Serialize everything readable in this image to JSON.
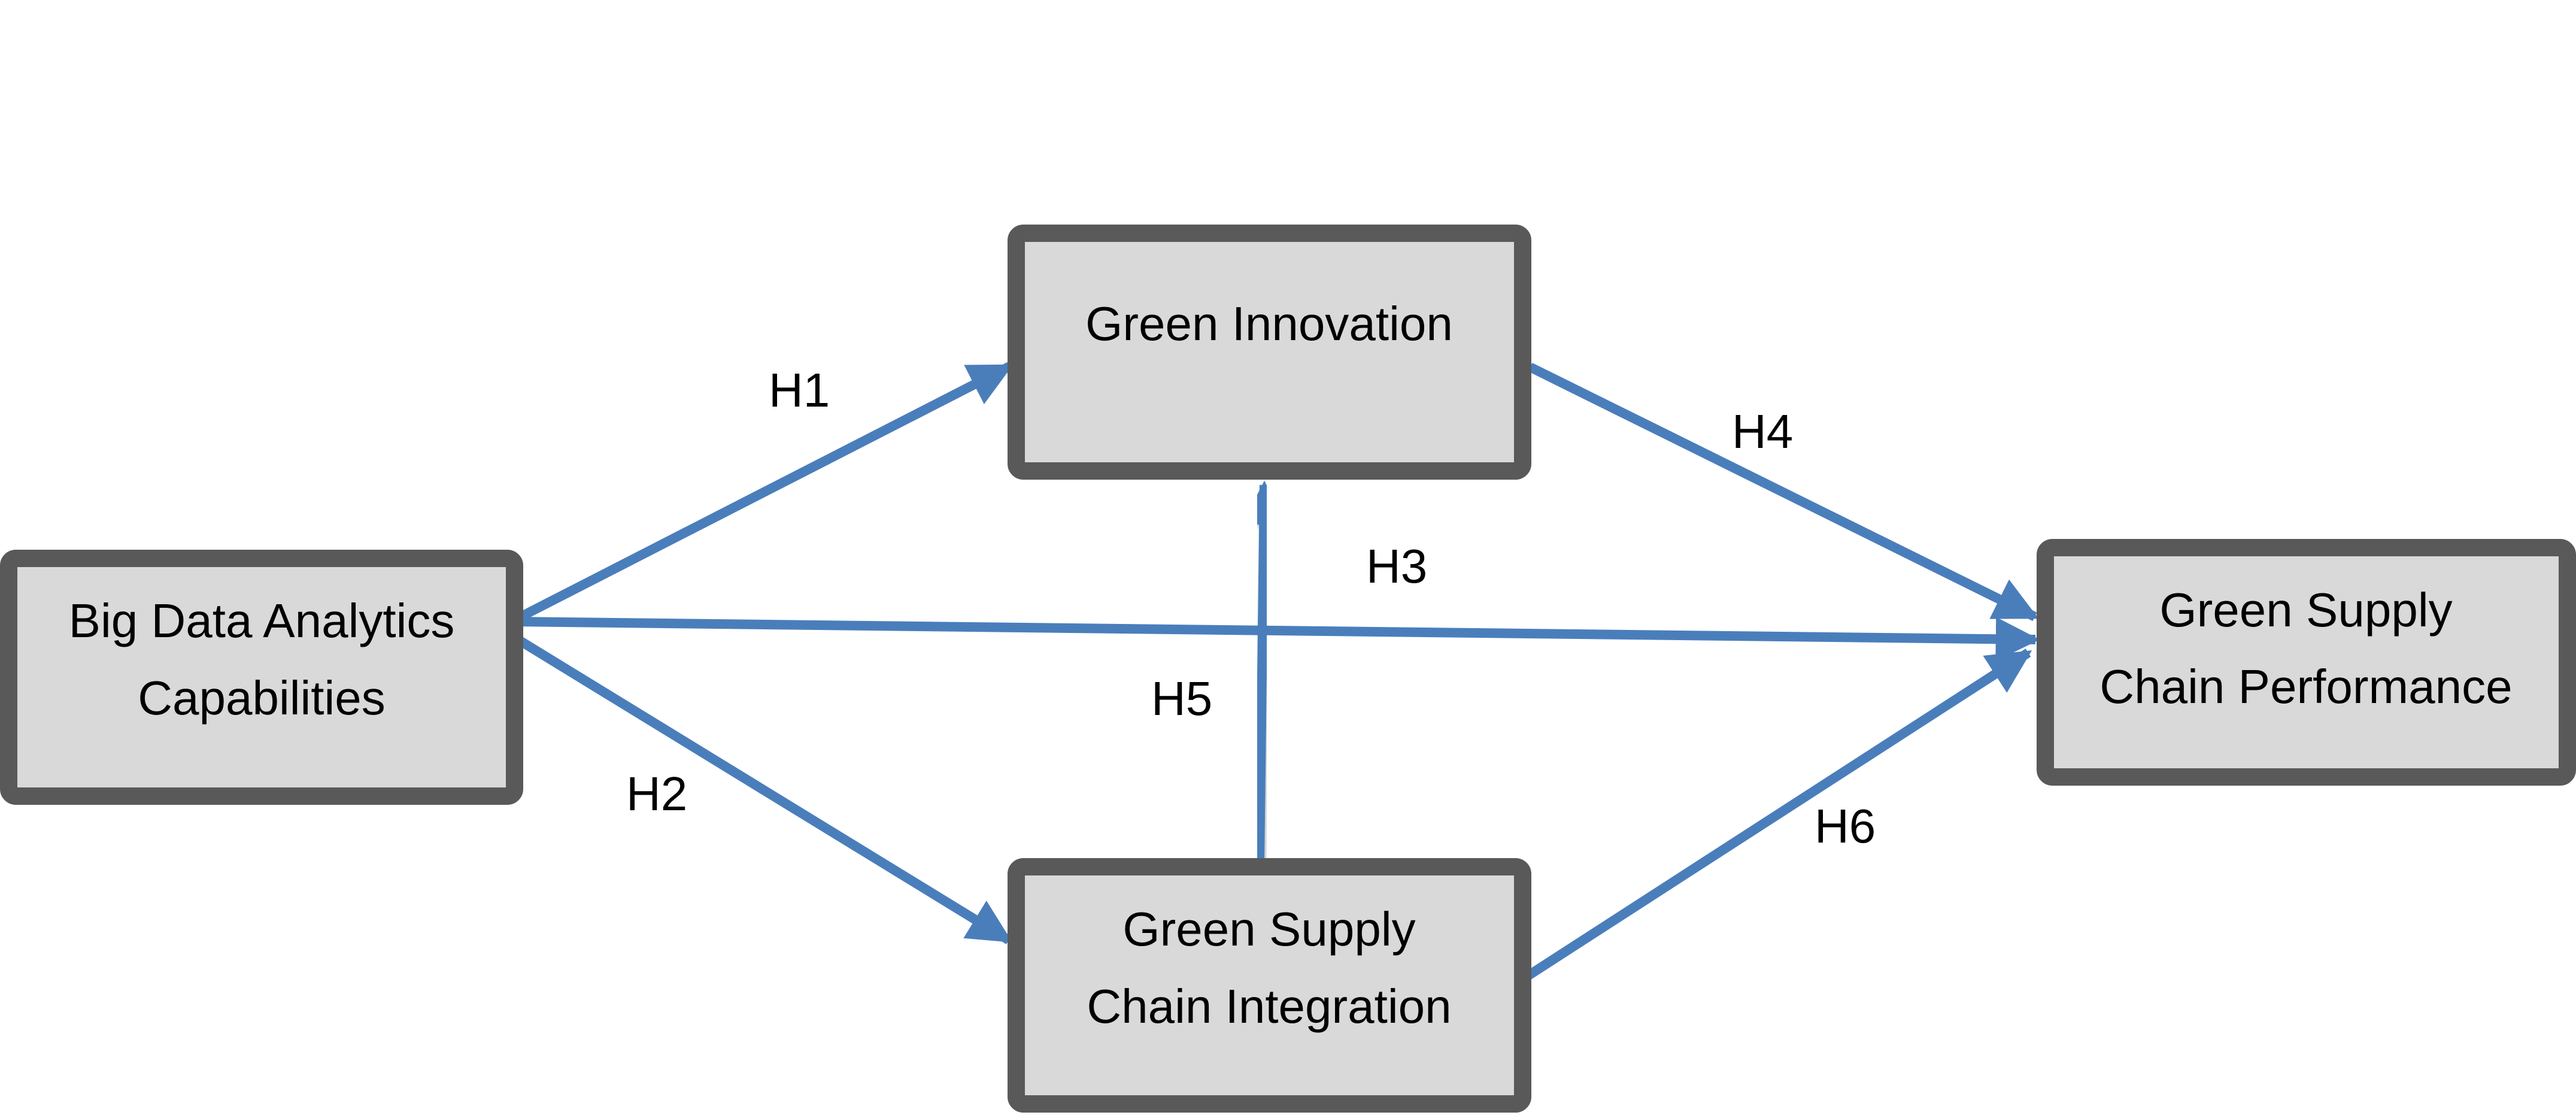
{
  "diagram": {
    "type": "research-model",
    "colors": {
      "box_fill": "#d9d9d9",
      "box_border": "#595959",
      "arrow": "#4a7ebb",
      "text": "#000000",
      "background": "#ffffff"
    },
    "nodes": [
      {
        "id": "bdac",
        "lines": [
          "Big Data Analytics",
          "Capabilities"
        ]
      },
      {
        "id": "gi",
        "lines": [
          "Green Innovation"
        ]
      },
      {
        "id": "gsci",
        "lines": [
          "Green Supply",
          "Chain Integration"
        ]
      },
      {
        "id": "gscp",
        "lines": [
          "Green Supply",
          "Chain Performance"
        ]
      }
    ],
    "edges": [
      {
        "id": "h1",
        "label": "H1",
        "from": "bdac",
        "to": "gi"
      },
      {
        "id": "h2",
        "label": "H2",
        "from": "bdac",
        "to": "gsci"
      },
      {
        "id": "h3",
        "label": "H3",
        "from": "bdac",
        "to": "gscp"
      },
      {
        "id": "h4",
        "label": "H4",
        "from": "gi",
        "to": "gscp"
      },
      {
        "id": "h5",
        "label": "H5",
        "from": "gsci",
        "to": "gi"
      },
      {
        "id": "h6",
        "label": "H6",
        "from": "gsci",
        "to": "gscp"
      }
    ]
  }
}
